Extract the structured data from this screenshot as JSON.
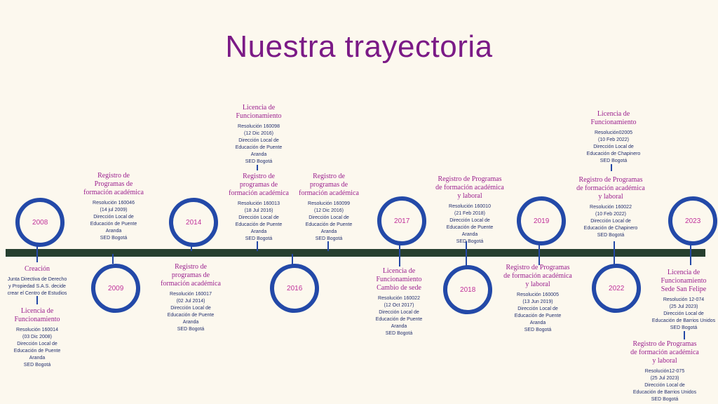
{
  "title": "Nuestra trayectoria",
  "years": {
    "y2008": "2008",
    "y2009": "2009",
    "y2014": "2014",
    "y2016": "2016",
    "y2017": "2017",
    "y2018": "2018",
    "y2019": "2019",
    "y2022": "2022",
    "y2023": "2023"
  },
  "events": {
    "e2008a": {
      "title": "Creación",
      "lines": [
        "Junta Directiva de Derecho",
        "y Propiedad S.A.S. decide",
        "crear el Centro de Estudios"
      ]
    },
    "e2008b": {
      "title": [
        "Licencia de",
        "Funcionamiento"
      ],
      "lines": [
        "Resolución 160014",
        "(03 Dic 2008)",
        "Dirección Local de",
        "Educación de Puente",
        "Aranda",
        "SED Bogotá"
      ]
    },
    "e2009": {
      "title": [
        "Registro de",
        "Programas de",
        "formación académica"
      ],
      "lines": [
        "Resolución 160046",
        "(14 jul 2009)",
        "Dirección Local de",
        "Educación de Puente",
        "Aranda",
        "SED Bogotá"
      ]
    },
    "e2014": {
      "title": [
        "Registro de",
        "programas de",
        "formación académica"
      ],
      "lines": [
        "Resolución 160017",
        "(02 Jul 2014)",
        "Dirección Local de",
        "Educación de Puente",
        "Aranda",
        "SED Bogotá"
      ]
    },
    "e2016a": {
      "title": [
        "Licencia de",
        "Funcionamiento"
      ],
      "lines": [
        "Resolución 160098",
        "(12 Dic 2016)",
        "Dirección Local de",
        "Educación de Puente",
        "Aranda",
        "SED Bogotá"
      ]
    },
    "e2016b": {
      "title": [
        "Registro de",
        "programas de",
        "formación académica"
      ],
      "lines": [
        "Resolución 160013",
        "(18 Jul 2016)",
        "Dirección Local de",
        "Educación de Puente",
        "Aranda",
        "SED Bogotá"
      ]
    },
    "e2016c": {
      "title": [
        "Registro de",
        "programas de",
        "formación académica"
      ],
      "lines": [
        "Resolución 160099",
        "(12 Dic 2016)",
        "Dirección Local de",
        "Educación de Puente",
        "Aranda",
        "SED Bogotá"
      ]
    },
    "e2017": {
      "title": [
        "Licencia de",
        "Funcionamiento",
        "Cambio de sede"
      ],
      "lines": [
        "Resolución 160022",
        "(12 Oct 2017)",
        "Dirección Local de",
        "Educación de Puente",
        "Aranda",
        "SED Bogotá"
      ]
    },
    "e2018": {
      "title": [
        "Registro de Programas",
        "de formación académica",
        "y laboral"
      ],
      "lines": [
        "Resolución 160010",
        "(21 Feb 2018)",
        "Dirección Local de",
        "Educación de Puente",
        "Aranda",
        "SED Bogotá"
      ]
    },
    "e2019": {
      "title": [
        "Registro de Programas",
        "de formación académica",
        "y laboral"
      ],
      "lines": [
        "Resolución 160005",
        "(13 Jun 2019)",
        "Dirección Local de",
        "Educación de Puente",
        "Aranda",
        "SED Bogotá"
      ]
    },
    "e2022a": {
      "title": [
        "Licencia de",
        "Funcionamiento"
      ],
      "lines": [
        "Resolución02005",
        "(10 Feb 2022)",
        "Dirección Local de",
        "Educación de Chapinero",
        "SED Bogotá"
      ]
    },
    "e2022b": {
      "title": [
        "Registro de Programas",
        "de formación académica",
        "y laboral"
      ],
      "lines": [
        "Resolución 160022",
        "(10 Feb 2022)",
        "Dirección Local de",
        "Educación de Chapinero",
        "SED Bogotá"
      ]
    },
    "e2023a": {
      "title": [
        "Licencia de",
        "Funcionamiento",
        "Sede San Felipe"
      ],
      "lines": [
        "Resolución 12-074",
        "(25 Jul 2023)",
        "Dirección Local de",
        "Educación de Barrios Unidos",
        "SED Bogotá"
      ]
    },
    "e2023b": {
      "title": [
        "Registro de Programas",
        "de formación académica",
        "y laboral"
      ],
      "lines": [
        "Resolución12-075",
        "(25 Jul 2023)",
        "Dirección Local de",
        "Educación de Barrios Unidos",
        "SED Bogotá"
      ]
    }
  }
}
